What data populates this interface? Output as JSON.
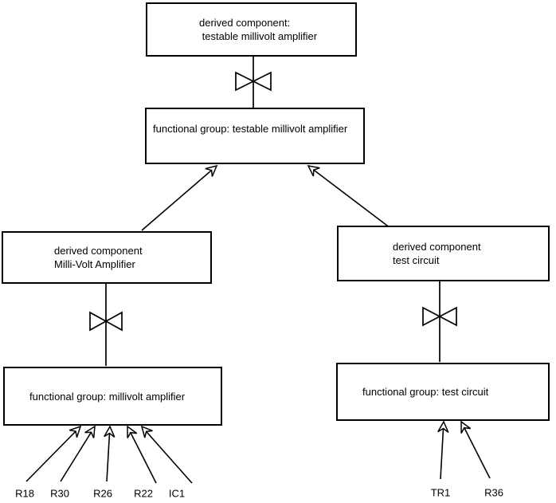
{
  "nodes": {
    "derived_testable": {
      "line1": "derived component:",
      "line2": " testable millivolt amplifier"
    },
    "fg_testable": {
      "label": "functional group: testable millivolt amplifier"
    },
    "derived_mv": {
      "line1": "derived component",
      "line2": "Milli-Volt Amplifier"
    },
    "derived_test": {
      "line1": "derived component",
      "line2": "test circuit"
    },
    "fg_mv": {
      "label": "functional group: millivolt amplifier"
    },
    "fg_test": {
      "label": "functional group: test circuit"
    }
  },
  "components": {
    "left": [
      "R18",
      "R30",
      "R26",
      "R22",
      "IC1"
    ],
    "right": [
      "TR1",
      "R36"
    ]
  },
  "colors": {
    "background": "#ffffff",
    "line": "#000000",
    "text": "#000000"
  }
}
